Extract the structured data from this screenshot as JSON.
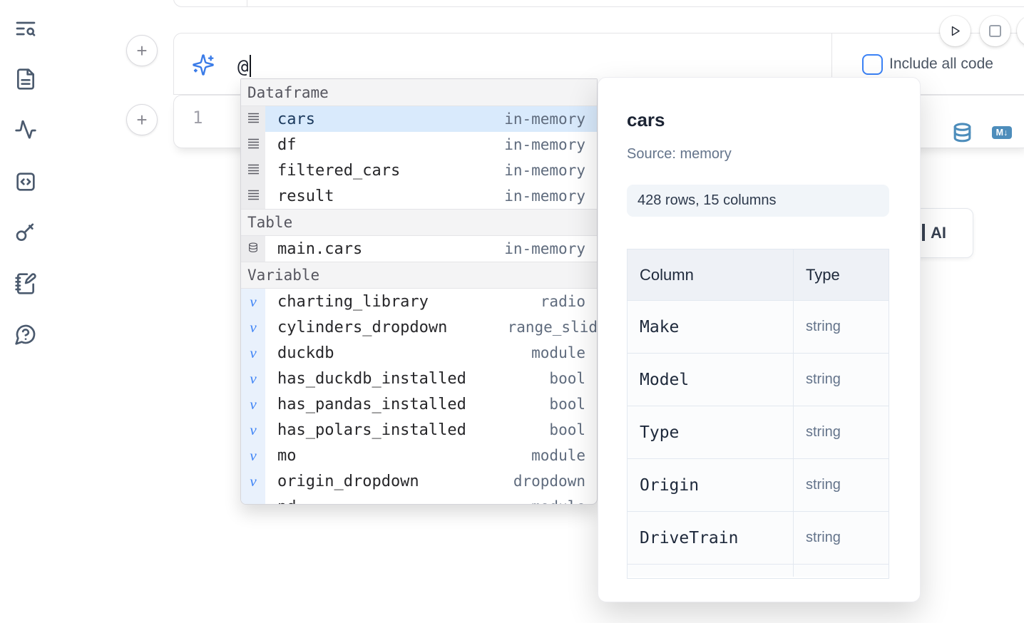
{
  "colors": {
    "accent_blue": "#3b82f6",
    "sparkle_blue": "#3b7ce8",
    "cell_language_blue": "#4d8dbb",
    "selected_row_bg": "#d9eafc",
    "panel_pill_bg": "#f1f5f9"
  },
  "sidebar": {
    "items": [
      {
        "icon": "list-search-icon"
      },
      {
        "icon": "file-text-icon"
      },
      {
        "icon": "activity-icon"
      },
      {
        "icon": "code-square-icon"
      },
      {
        "icon": "key-icon"
      },
      {
        "icon": "notebook-pen-icon"
      },
      {
        "icon": "help-chat-icon"
      }
    ]
  },
  "ai_panel": {
    "prompt_value": "@",
    "include_all_code_label": "Include all code"
  },
  "run_controls": {
    "play_icon": "play-icon",
    "stop_icon": "stop-icon"
  },
  "code_cell": {
    "line_number": "1",
    "sql_icon": "database-icon",
    "markdown_badge": "M↓"
  },
  "autocomplete": {
    "sections": [
      {
        "label": "Dataframe",
        "items": [
          {
            "name": "cars",
            "type": "in-memory",
            "selected": true
          },
          {
            "name": "df",
            "type": "in-memory"
          },
          {
            "name": "filtered_cars",
            "type": "in-memory"
          },
          {
            "name": "result",
            "type": "in-memory"
          }
        ]
      },
      {
        "label": "Table",
        "items": [
          {
            "name": "main.cars",
            "type": "in-memory"
          }
        ]
      },
      {
        "label": "Variable",
        "items": [
          {
            "name": "charting_library",
            "type": "radio"
          },
          {
            "name": "cylinders_dropdown",
            "type": "range_slid"
          },
          {
            "name": "duckdb",
            "type": "module"
          },
          {
            "name": "has_duckdb_installed",
            "type": "bool"
          },
          {
            "name": "has_pandas_installed",
            "type": "bool"
          },
          {
            "name": "has_polars_installed",
            "type": "bool"
          },
          {
            "name": "mo",
            "type": "module"
          },
          {
            "name": "origin_dropdown",
            "type": "dropdown"
          },
          {
            "name": "pd",
            "type": "module",
            "partial": true
          }
        ]
      }
    ]
  },
  "preview_panel": {
    "title": "cars",
    "source": "Source: memory",
    "shape_badge": "428 rows, 15 columns",
    "table": {
      "headers": [
        "Column",
        "Type"
      ],
      "rows": [
        {
          "column": "Make",
          "type": "string"
        },
        {
          "column": "Model",
          "type": "string"
        },
        {
          "column": "Type",
          "type": "string"
        },
        {
          "column": "Origin",
          "type": "string"
        },
        {
          "column": "DriveTrain",
          "type": "string"
        }
      ]
    }
  },
  "ai_button": {
    "label": "AI"
  }
}
